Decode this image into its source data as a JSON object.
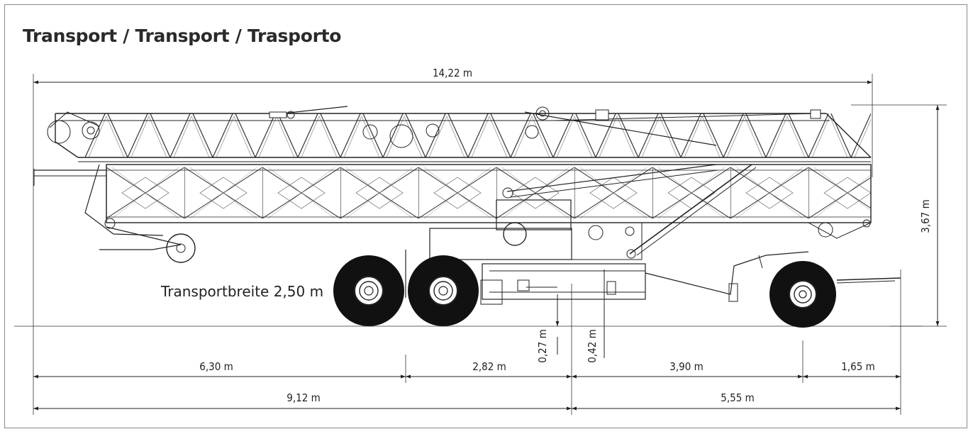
{
  "title": "Transport / Transport / Trasporto",
  "transport_width_label": "Transportbreite 2,50 m",
  "dimensions": {
    "overall_length": "14,22 m",
    "overall_height": "3,67 m",
    "ground_clearance_front": "0,27 m",
    "ground_clearance_rear": "0,42 m",
    "seg_front": "6,30 m",
    "seg_axles": "2,82 m",
    "seg_rear": "3,90 m",
    "seg_drawbar": "1,65 m",
    "total_front": "9,12 m",
    "total_rear": "5,55 m"
  }
}
